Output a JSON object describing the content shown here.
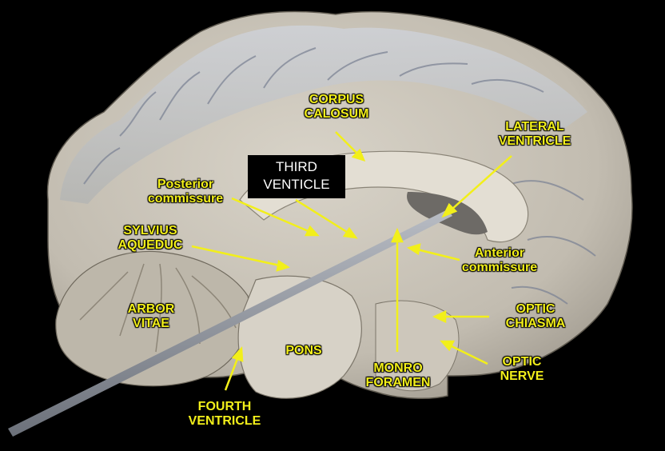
{
  "colors": {
    "background": "#000000",
    "label": "#f2ef1a",
    "highlight_box": "#000000",
    "highlight_text": "#ffffff",
    "tissue": "#c9c4b8"
  },
  "labels": {
    "corpus_calosum": [
      "CORPUS",
      "CALOSUM"
    ],
    "lateral_ventricle": [
      "LATERAL",
      "VENTRICLE"
    ],
    "third_venticle": [
      "THIRD",
      "VENTICLE"
    ],
    "posterior_commissure": [
      "Posterior",
      "commissure"
    ],
    "sylvius_aqueduc": [
      "SYLVIUS",
      "AQUEDUC"
    ],
    "anterior_commissure": [
      "Anterior",
      "commissure"
    ],
    "arbor_vitae": [
      "ARBOR",
      "VITAE"
    ],
    "optic_chiasma": [
      "OPTIC",
      "CHIASMA"
    ],
    "pons": [
      "PONS"
    ],
    "monro_foramen": [
      "MONRO",
      "FORAMEN"
    ],
    "optic_nerve": [
      "OPTIC",
      "NERVE"
    ],
    "fourth_ventricle": [
      "FOURTH",
      "VENTRICLE"
    ]
  }
}
